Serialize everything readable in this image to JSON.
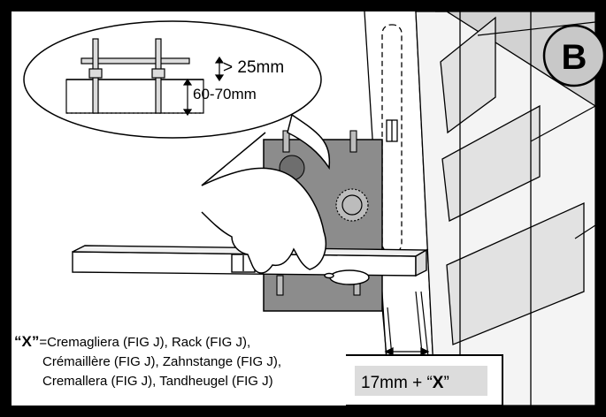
{
  "figure": {
    "badge_letter": "B",
    "callout_gap_label": "> 25mm",
    "callout_depth_label": "60-70mm",
    "dimension_label_prefix": "17mm + “",
    "dimension_label_x": "X",
    "dimension_label_suffix": "”"
  },
  "legend": {
    "x_quote_open": "“",
    "x_mark": "X",
    "x_quote_close": "”",
    "eq": "=",
    "line1": "Cremagliera (FIG J), Rack (FIG J),",
    "line2": "Crémaillère (FIG J), Zahnstange (FIG J),",
    "line3": "Cremallera (FIG J), Tandheugel (FIG J)"
  },
  "colors": {
    "frame": "#000000",
    "background": "#ffffff",
    "plate": "#8c8c8c",
    "badge_fill": "#c8c8c8",
    "gate_shade": "#dcdcdc",
    "label_box_fill": "#dcdcdc"
  }
}
